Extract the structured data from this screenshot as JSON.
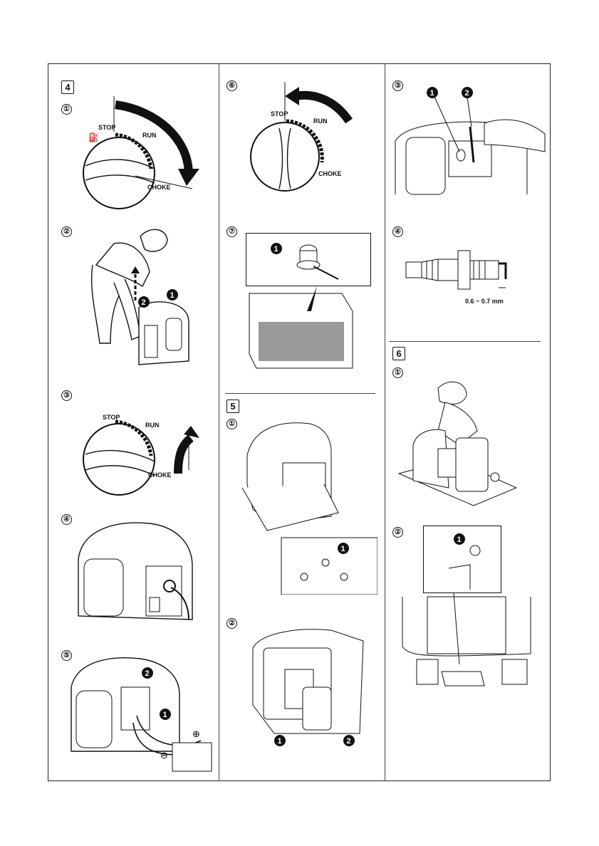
{
  "sections": {
    "s4": "4",
    "s6_right": "6",
    "s5": "5"
  },
  "steps": {
    "c1_1": "①",
    "c1_2": "②",
    "c1_3": "③",
    "c1_4": "④",
    "c1_5": "⑤",
    "c2_6": "⑥",
    "c2_7": "⑦",
    "c2_5_1": "①",
    "c2_5_2": "②",
    "c3_3": "③",
    "c3_4": "④",
    "c3_6_1": "①",
    "c3_6_2": "②"
  },
  "dial_labels": {
    "stop": "STOP",
    "run": "RUN",
    "choke": "CHOKE"
  },
  "callouts": {
    "one": "1",
    "two": "2"
  },
  "gap_spec": "0.6 ~ 0.7 mm",
  "battery_signs": {
    "plus": "⊕",
    "minus": "⊖"
  }
}
